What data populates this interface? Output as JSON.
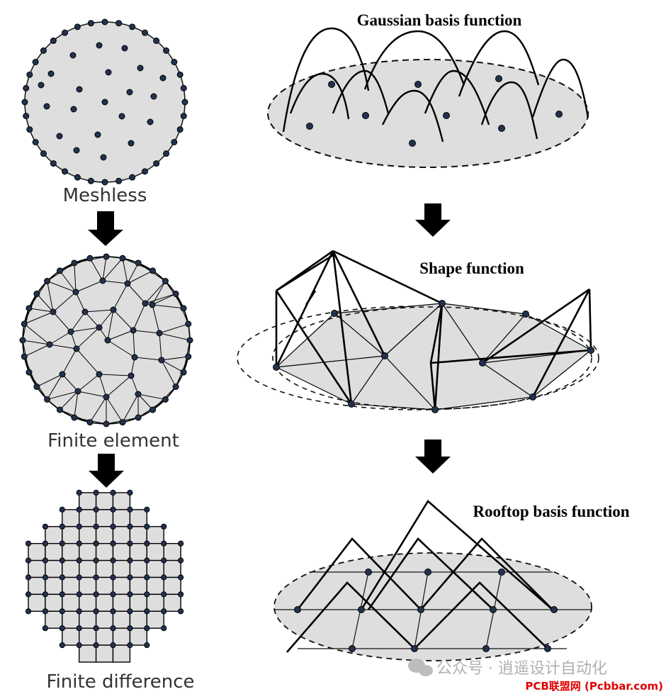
{
  "labels": {
    "meshless": "Meshless",
    "finite_element": "Finite element",
    "finite_difference": "Finite difference",
    "gaussian": "Gaussian basis function",
    "shape": "Shape function",
    "rooftop": "Rooftop basis function"
  },
  "watermark": {
    "wechat": "公众号 · 逍遥设计自动化",
    "site": "PCB联盟网 (Pcbbar.com)"
  },
  "colors": {
    "fill": "#dedede",
    "node": "#22324f",
    "line": "#000000",
    "watermark_red": "#e00000",
    "watermark_gray": "#b0b0b0"
  }
}
